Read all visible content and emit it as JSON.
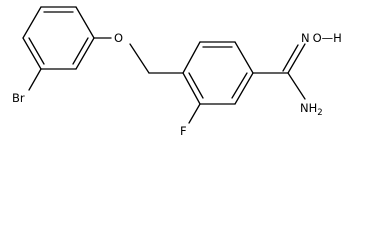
{
  "molecule": {
    "atoms": {
      "bromine": "Br",
      "ether_oxygen": "O",
      "fluorine": "F",
      "oxime_group": "O—H",
      "amine_symbol": "NH",
      "amine_subscript": "2"
    }
  }
}
